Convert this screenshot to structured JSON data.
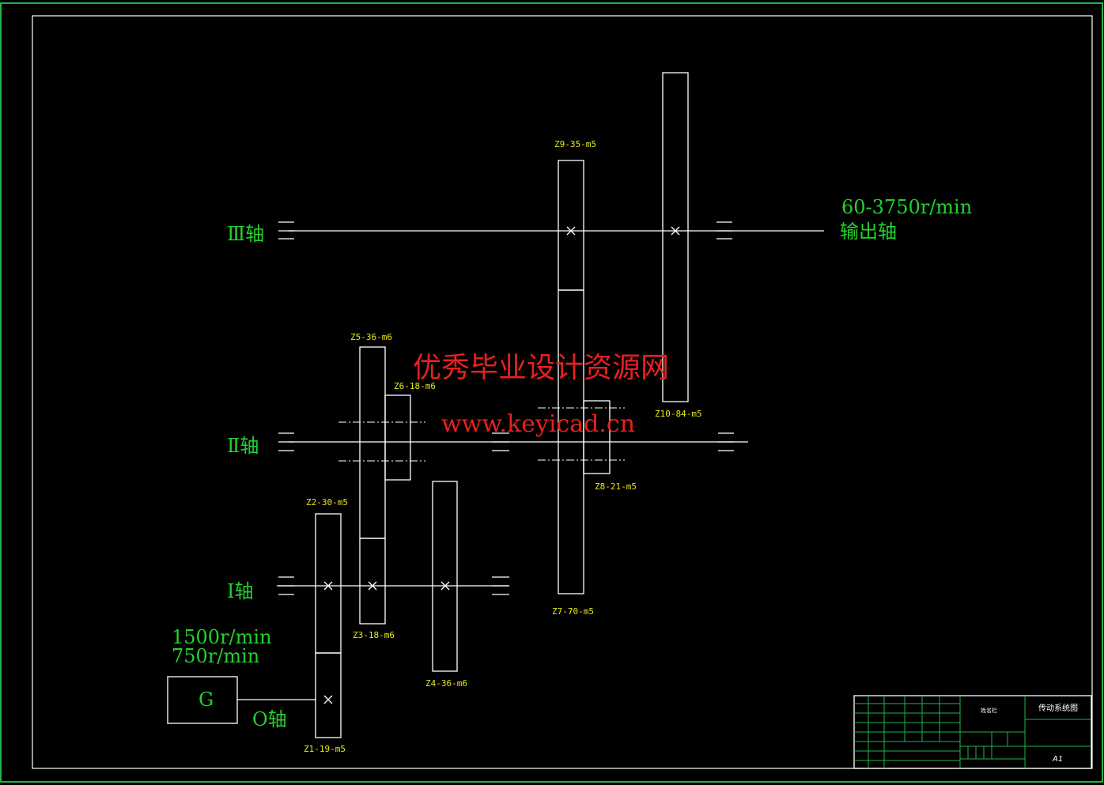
{
  "shafts": {
    "shaft_3_label": "Ⅲ轴",
    "shaft_2_label": "Ⅱ轴",
    "shaft_1_label": "Ⅰ轴",
    "shaft_0_label": "O轴",
    "output_speed": "60-3750r/min",
    "output_label": "输出轴"
  },
  "motor": {
    "label": "G",
    "speed_1": "1500r/min",
    "speed_2": "750r/min"
  },
  "gears": {
    "z1": "Z1-19-m5",
    "z2": "Z2-30-m5",
    "z3": "Z3-18-m6",
    "z4": "Z4-36-m6",
    "z5": "Z5-36-m6",
    "z6": "Z6-18-m6",
    "z7": "Z7-70-m5",
    "z8": "Z8-21-m5",
    "z9": "Z9-35-m5",
    "z10": "Z10-84-m5"
  },
  "watermark": {
    "line1": "优秀毕业设计资源网",
    "line2": "www.keyicad.cn"
  },
  "title_block": {
    "drawing_title": "传动系统图",
    "school_cell": "姓名栏",
    "sheet_size": "A1"
  },
  "colors": {
    "background": "#000000",
    "label_green": "#22d22c",
    "gear_label_yellow": "#e8e814",
    "watermark_red": "#e8201e",
    "frame_green": "#22b24c"
  }
}
